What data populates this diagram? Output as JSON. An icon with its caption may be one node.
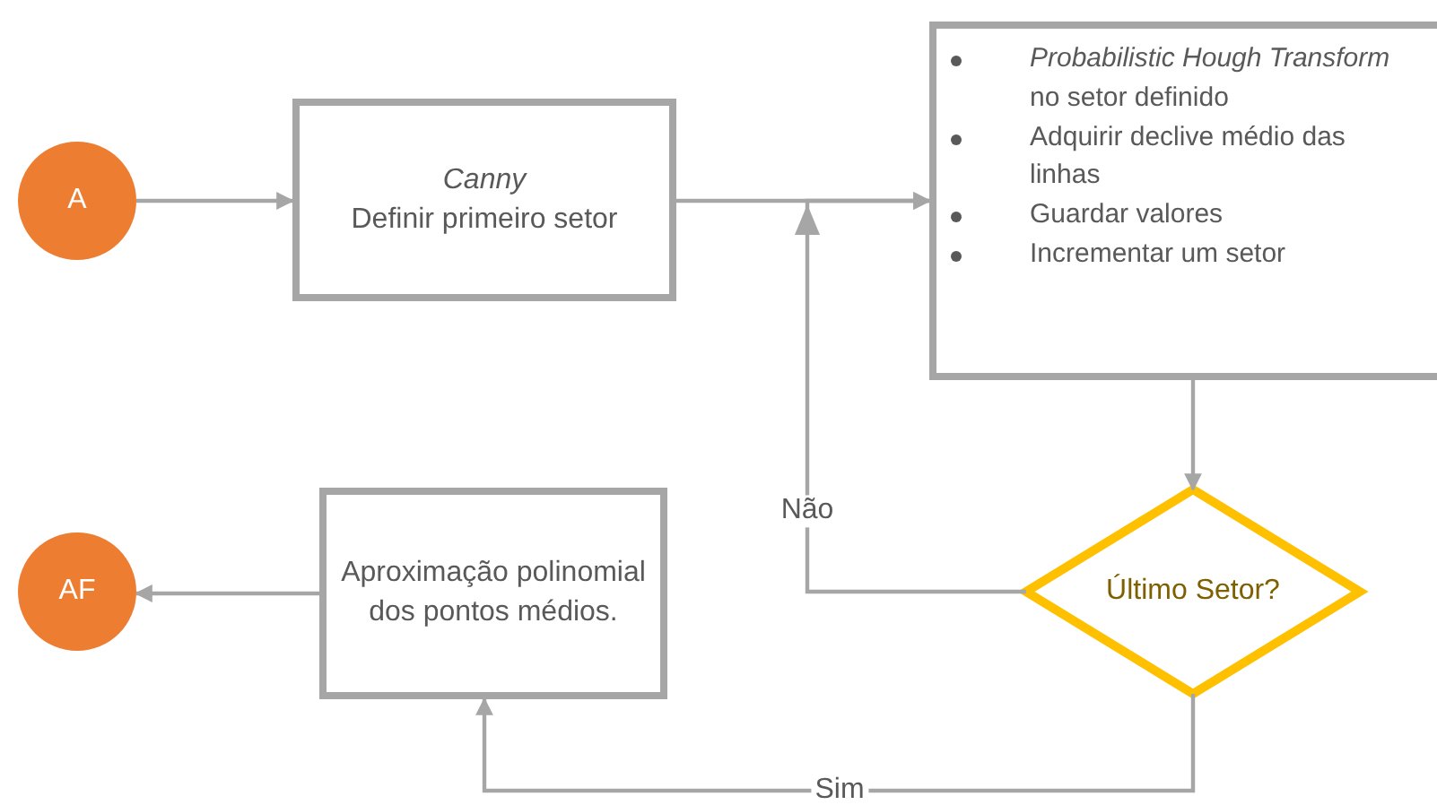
{
  "diagram": {
    "nodes": [
      {
        "text": [
          "A"
        ]
      },
      {
        "text": [
          "Canny",
          "Definir primeiro setor"
        ]
      },
      {
        "text": [
          "*Probabilistic Hough Transform* no setor definido",
          "Adquirir declive médio das linhas",
          "Guardar valores",
          "Incrementar um setor"
        ]
      },
      {
        "text": [
          "Último Setor?"
        ]
      },
      {
        "text": [
          "Aproximação polinomial dos pontos médios."
        ]
      },
      {
        "text": [
          "AF"
        ]
      }
    ],
    "edges": [
      {
        "from": 0,
        "to": 1,
        "arrow": "to"
      },
      {
        "from": 1,
        "to": 2,
        "arrow": "to"
      },
      {
        "from": 2,
        "to": 3,
        "arrow": "to"
      },
      {
        "from": 3,
        "to": 2,
        "arrow": "to",
        "label": "Não"
      },
      {
        "from": 3,
        "to": 4,
        "arrow": "to",
        "label": "Sim"
      },
      {
        "from": 4,
        "to": 5,
        "arrow": "to"
      }
    ]
  }
}
